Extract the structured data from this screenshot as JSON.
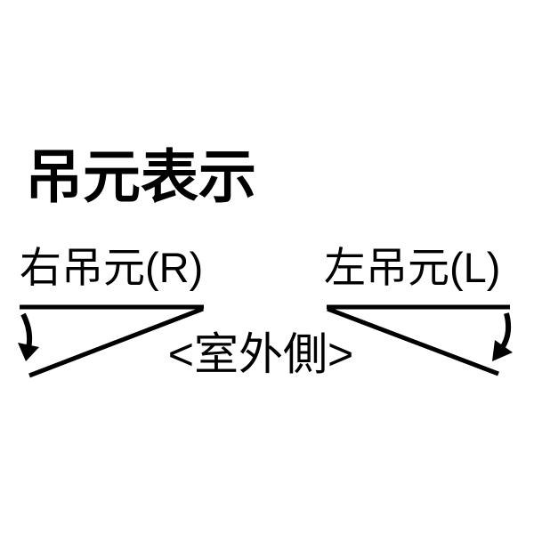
{
  "page": {
    "background_color": "#ffffff",
    "ink_color": "#000000"
  },
  "title": "吊元表示",
  "diagrams": {
    "right_hinge": {
      "label": "右吊元(R)"
    },
    "left_hinge": {
      "label": "左吊元(L)"
    },
    "outdoor_side_label": "<室外側>"
  }
}
